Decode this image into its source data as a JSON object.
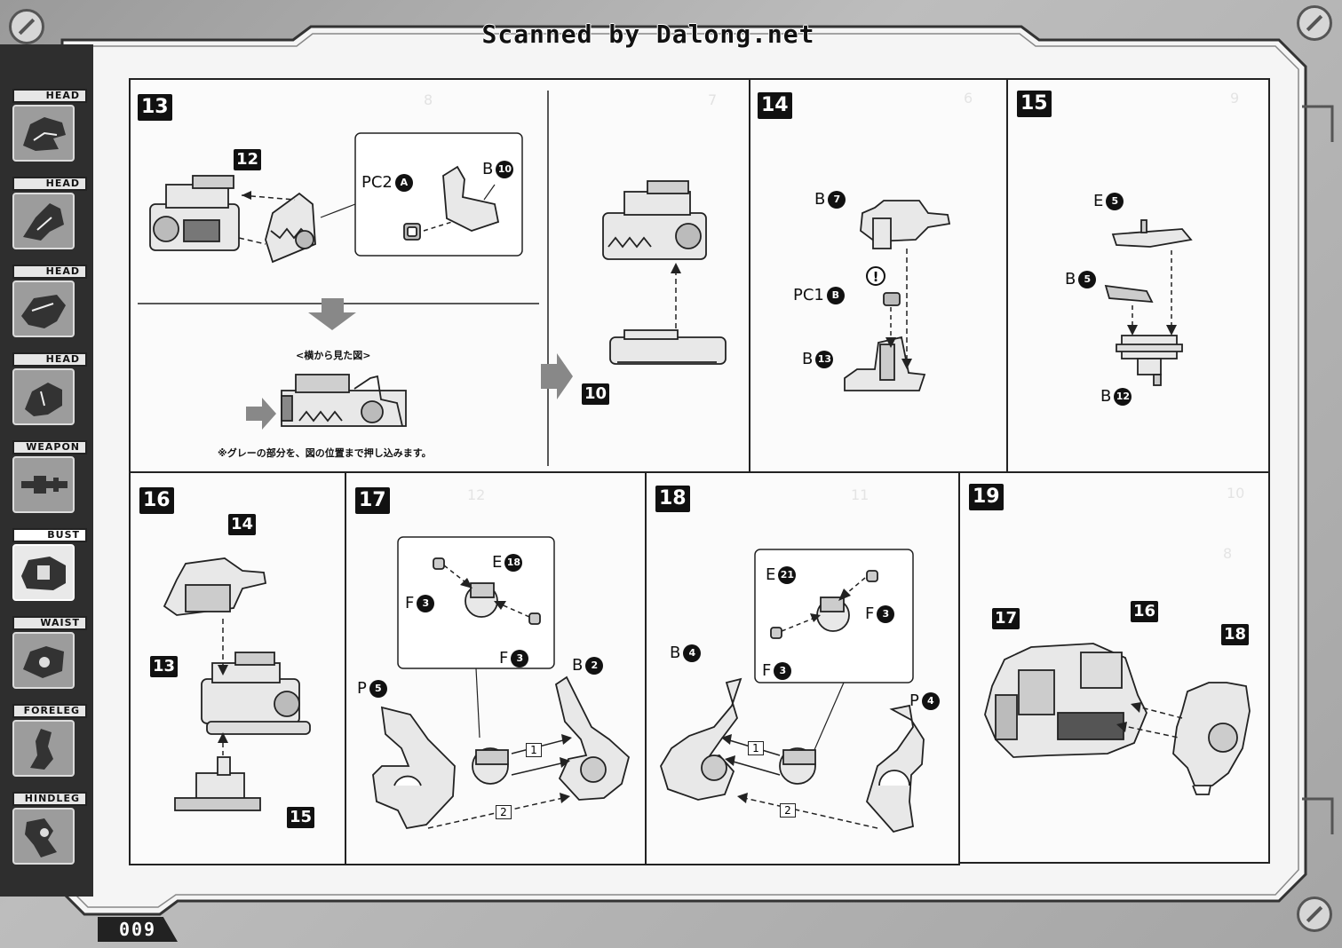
{
  "header": {
    "scan_credit": "Scanned by Dalong.net"
  },
  "sidebar": {
    "tabs": [
      {
        "label": "HEAD",
        "active": false
      },
      {
        "label": "HEAD",
        "active": false
      },
      {
        "label": "HEAD",
        "active": false
      },
      {
        "label": "HEAD",
        "active": false
      },
      {
        "label": "WEAPON",
        "active": false
      },
      {
        "label": "BUST",
        "active": true
      },
      {
        "label": "WAIST",
        "active": false
      },
      {
        "label": "FORELEG",
        "active": false
      },
      {
        "label": "HINDLEG",
        "active": false
      }
    ]
  },
  "steps": {
    "s13": {
      "number": "13",
      "ref": "12",
      "pc2": {
        "code": "PC2",
        "num": "A"
      },
      "b10": {
        "code": "B",
        "num": "10"
      },
      "side_view_caption": "<横から見た図>",
      "note": "※グレーの部分を、図の位置まで押し込みます。",
      "ref_bottom": "10"
    },
    "s14": {
      "number": "14",
      "b7": {
        "code": "B",
        "num": "7"
      },
      "pc1": {
        "code": "PC1",
        "num": "B"
      },
      "b13": {
        "code": "B",
        "num": "13"
      },
      "caution": "!"
    },
    "s15": {
      "number": "15",
      "e5": {
        "code": "E",
        "num": "5"
      },
      "b5": {
        "code": "B",
        "num": "5"
      },
      "b12": {
        "code": "B",
        "num": "12"
      }
    },
    "s16": {
      "number": "16",
      "ref_top": "14",
      "ref_mid": "13",
      "ref_bottom": "15"
    },
    "s17": {
      "number": "17",
      "e18": {
        "code": "E",
        "num": "18"
      },
      "f3a": {
        "code": "F",
        "num": "3"
      },
      "f3b": {
        "code": "F",
        "num": "3"
      },
      "b2": {
        "code": "B",
        "num": "2"
      },
      "p5": {
        "code": "P",
        "num": "5"
      },
      "order1": "1",
      "order2": "2"
    },
    "s18": {
      "number": "18",
      "e21": {
        "code": "E",
        "num": "21"
      },
      "f3a": {
        "code": "F",
        "num": "3"
      },
      "f3b": {
        "code": "F",
        "num": "3"
      },
      "b4": {
        "code": "B",
        "num": "4"
      },
      "p4": {
        "code": "P",
        "num": "4"
      },
      "order1": "1",
      "order2": "2"
    },
    "s19": {
      "number": "19",
      "ref_a": "17",
      "ref_b": "16",
      "ref_c": "18"
    }
  },
  "page_number": "009"
}
